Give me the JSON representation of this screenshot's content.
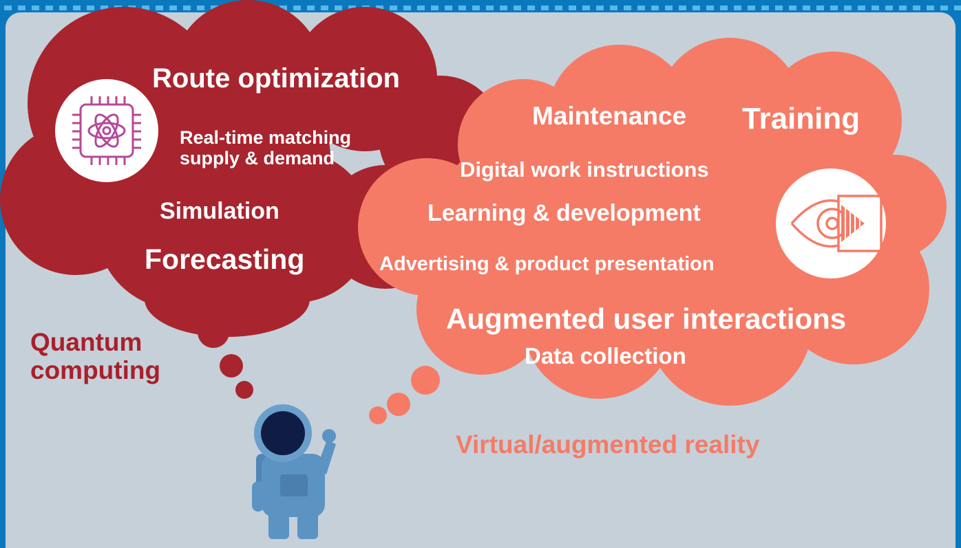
{
  "quantum_cloud": {
    "category_label": "Quantum computing",
    "icon": "quantum-chip-icon",
    "items": [
      "Route optimization",
      "Real-time matching supply & demand",
      "Simulation",
      "Forecasting"
    ]
  },
  "vr_cloud": {
    "category_label": "Virtual/augmented reality",
    "icon": "eye-vr-icon",
    "items": [
      "Maintenance",
      "Training",
      "Digital work instructions",
      "Learning & development",
      "Advertising & product presentation",
      "Augmented user interactions",
      "Data collection"
    ]
  },
  "figure": {
    "icon": "astronaut-icon"
  },
  "colors": {
    "background": "#c6d0d9",
    "frame": "#0b78bd",
    "frame_dashes": "#55b9ec",
    "quantum_cloud": "#a8242e",
    "vr_cloud": "#f57b66",
    "text": "#ffffff",
    "chip_icon": "#b4489a",
    "astronaut": "#5b93c3"
  }
}
